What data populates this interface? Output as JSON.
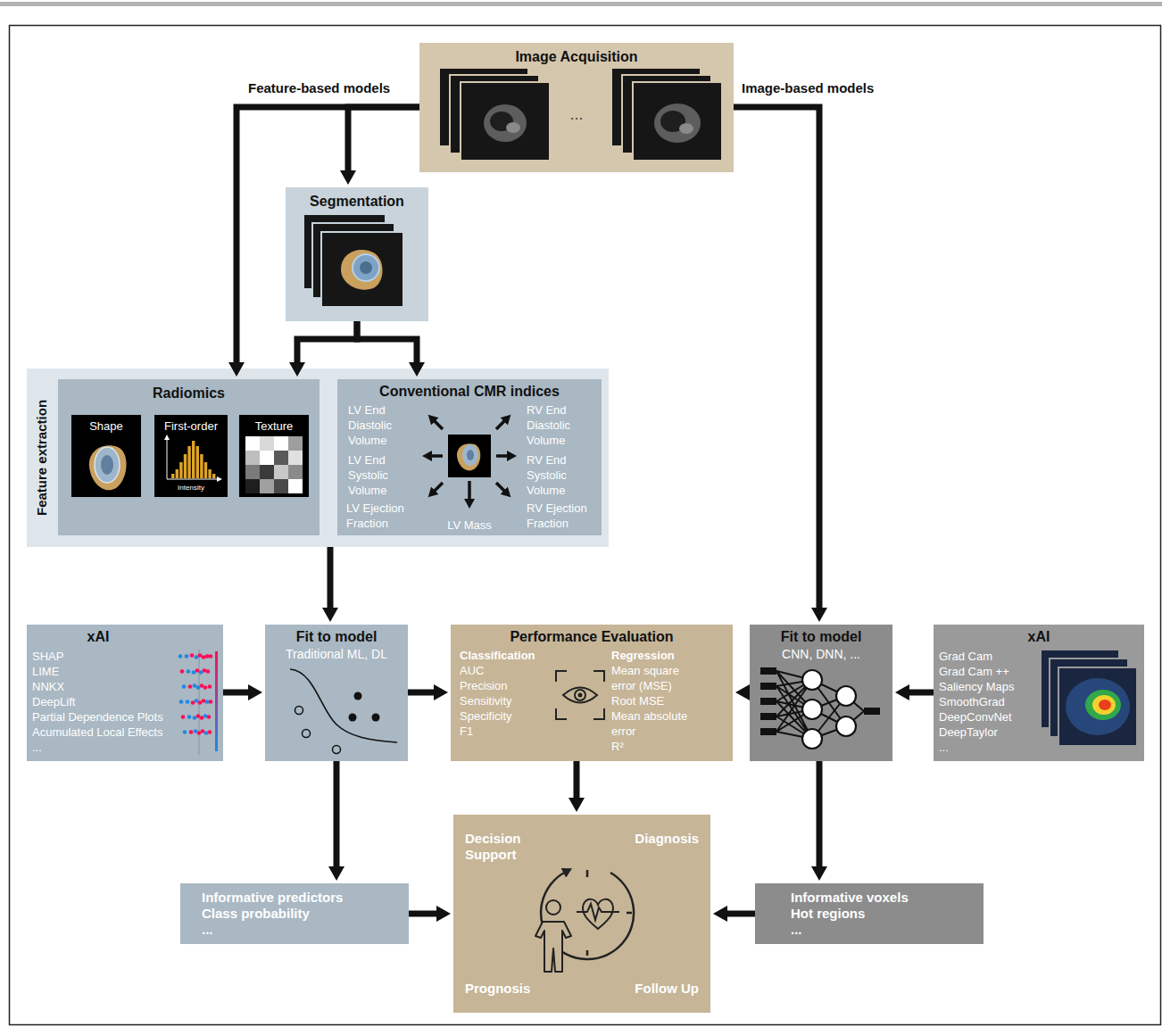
{
  "diagram": {
    "nodes": [
      {
        "text": [
          "Image Acquisition",
          "..."
        ]
      },
      {
        "text": [
          "Segmentation"
        ]
      },
      {
        "text": [
          "Feature extraction"
        ]
      },
      {
        "text": [
          "Radiomics"
        ],
        "in": 2
      },
      {
        "text": [
          "Shape"
        ],
        "in": 3
      },
      {
        "text": [
          "First-order",
          "Intensity"
        ],
        "in": 3
      },
      {
        "text": [
          "Texture"
        ],
        "in": 3
      },
      {
        "text": [
          "Conventional CMR indices",
          "LV End Diastolic Volume",
          "RV End Diastolic Volume",
          "LV End Systolic Volume",
          "RV End Systolic Volume",
          "LV Ejection Fraction",
          "LV Mass",
          "RV Ejection Fraction"
        ],
        "in": 2
      },
      {
        "text": [
          "xAI",
          "SHAP",
          "LIME",
          "NNKX",
          "DeepLift",
          "Partial Dependence Plots",
          "Acumulated Local Effects",
          "..."
        ]
      },
      {
        "text": [
          "Fit to model",
          "Traditional ML, DL"
        ]
      },
      {
        "text": [
          "Performance Evaluation",
          "Classification",
          "AUC",
          "Precision",
          "Sensitivity",
          "Specificity",
          "F1",
          "Regression",
          "Mean square error (MSE)",
          "Root MSE",
          "Mean absolute error",
          "R²"
        ]
      },
      {
        "text": [
          "Fit to model",
          "CNN, DNN, ..."
        ]
      },
      {
        "text": [
          "xAI",
          "Grad Cam",
          "Grad Cam ++",
          "Saliency Maps",
          "SmoothGrad",
          "DeepConvNet",
          "DeepTaylor",
          "..."
        ]
      },
      {
        "text": [
          "Informative predictors",
          "Class probability",
          "..."
        ]
      },
      {
        "text": [
          "Decision Support",
          "Diagnosis",
          "Prognosis",
          "Follow Up"
        ]
      },
      {
        "text": [
          "Informative voxels",
          "Hot regions",
          "..."
        ]
      }
    ],
    "edges": [
      {
        "from": 0,
        "to": 3,
        "label": "Feature-based models",
        "arrow": "to"
      },
      {
        "from": 0,
        "to": 1,
        "arrow": "to"
      },
      {
        "from": 0,
        "to": 11,
        "label": "Image-based models",
        "arrow": "to"
      },
      {
        "from": 1,
        "to": 3,
        "arrow": "to"
      },
      {
        "from": 1,
        "to": 7,
        "arrow": "to"
      },
      {
        "from": 2,
        "to": 9,
        "arrow": "to"
      },
      {
        "from": 8,
        "to": 9,
        "arrow": "to"
      },
      {
        "from": 9,
        "to": 10,
        "arrow": "to"
      },
      {
        "from": 11,
        "to": 10,
        "arrow": "to"
      },
      {
        "from": 12,
        "to": 11,
        "arrow": "to"
      },
      {
        "from": 9,
        "to": 13,
        "arrow": "to"
      },
      {
        "from": 10,
        "to": 14,
        "arrow": "to"
      },
      {
        "from": 11,
        "to": 15,
        "arrow": "to"
      },
      {
        "from": 13,
        "to": 14,
        "arrow": "to"
      },
      {
        "from": 15,
        "to": 14,
        "arrow": "to"
      }
    ]
  }
}
